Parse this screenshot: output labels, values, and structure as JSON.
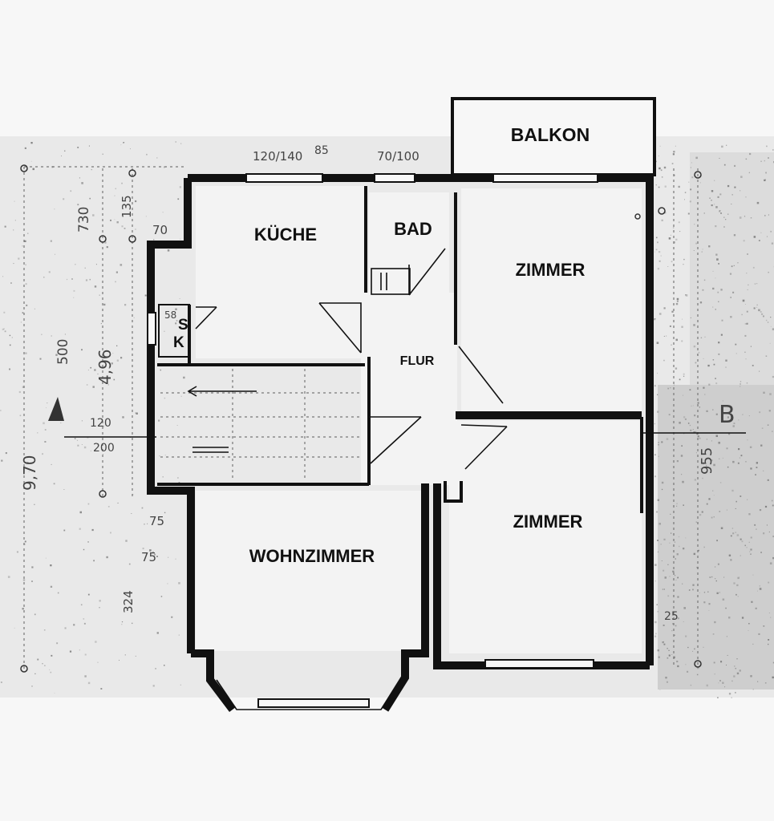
{
  "rooms": {
    "balkon": "BALKON",
    "kueche": "KÜCHE",
    "bad": "BAD",
    "zimmer_top": "ZIMMER",
    "flur": "FLUR",
    "zimmer_bottom": "ZIMMER",
    "wohnzimmer": "WOHNZIMMER",
    "s_mark": "S",
    "k_mark": "K"
  },
  "dimensions": {
    "d_730": "730",
    "d_135": "135",
    "d_70": "70",
    "d_500": "500",
    "d_496": "4,96",
    "d_58": "58",
    "d_120": "120",
    "d_200": "200",
    "d_970": "9,70",
    "d_75a": "75",
    "d_75b": "75",
    "d_324": "324",
    "d_120_140": "120/140",
    "d_85": "85",
    "d_70_100": "70/100",
    "d_955": "955",
    "d_25": "25"
  },
  "markers": {
    "section_b": "B"
  }
}
